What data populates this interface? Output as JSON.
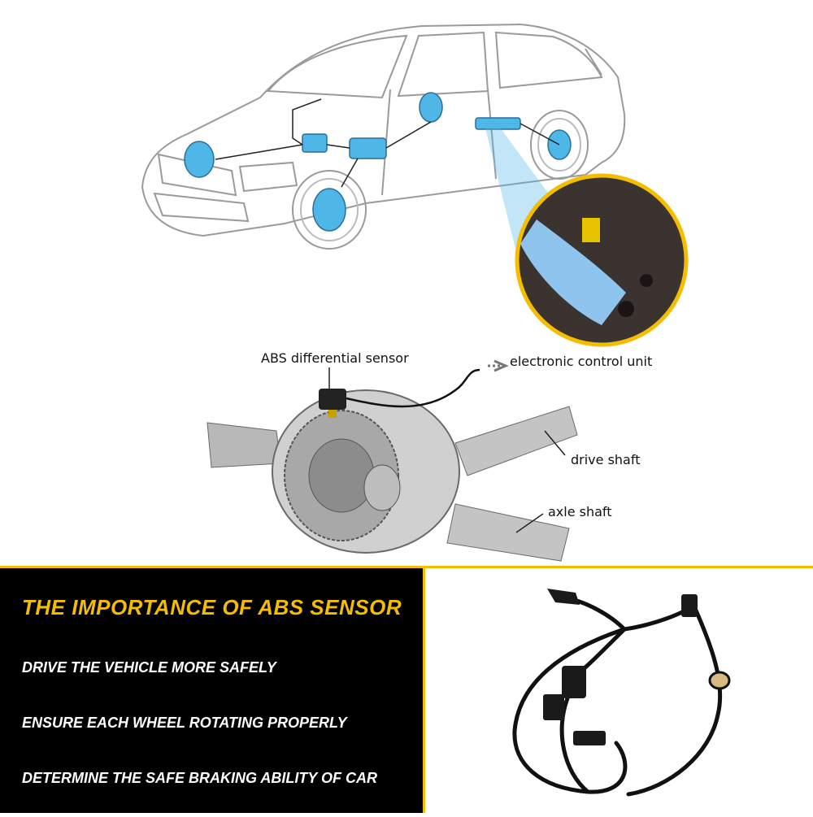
{
  "diagram": {
    "labels": {
      "abs_sensor": "ABS differential sensor",
      "ecu": "electronic control unit",
      "drive_shaft": "drive shaft",
      "axle_shaft": "axle shaft"
    }
  },
  "info_panel": {
    "heading": "THE IMPORTANCE OF ABS SENSOR",
    "points": [
      "DRIVE THE VEHICLE MORE SAFELY",
      "ENSURE EACH WHEEL ROTATING PROPERLY",
      "DETERMINE THE SAFE BRAKING ABILITY OF CAR"
    ]
  },
  "colors": {
    "accent": "#f4bd00",
    "panel_background": "#000000",
    "highlight_blue": "#4fb6e8"
  }
}
